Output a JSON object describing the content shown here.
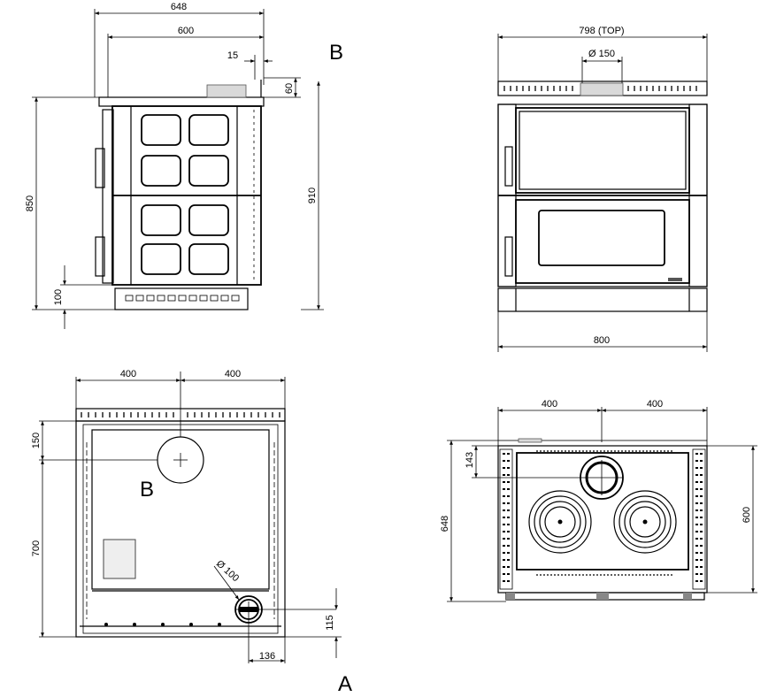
{
  "side_view": {
    "dim_width_overall": "648",
    "dim_width_body": "600",
    "dim_offset": "15",
    "dim_flue_height": "60",
    "dim_height_body": "850",
    "dim_height_total": "910",
    "dim_plinth": "100",
    "label_b": "B"
  },
  "front_view": {
    "dim_top": "798  (TOP)",
    "dim_flue_dia": "Ø 150",
    "dim_width": "800"
  },
  "bottom_view": {
    "dim_left_half": "400",
    "dim_right_half": "400",
    "dim_flue_from_back": "150",
    "dim_depth": "700",
    "label_b": "B",
    "dim_outlet_dia": "Ø 100",
    "dim_outlet_from_front": "115",
    "dim_outlet_from_side": "136",
    "label_a": "A"
  },
  "top_view": {
    "dim_left_half": "400",
    "dim_right_half": "400",
    "dim_flue_from_back": "143",
    "dim_depth_overall": "648",
    "dim_depth_body": "600"
  }
}
